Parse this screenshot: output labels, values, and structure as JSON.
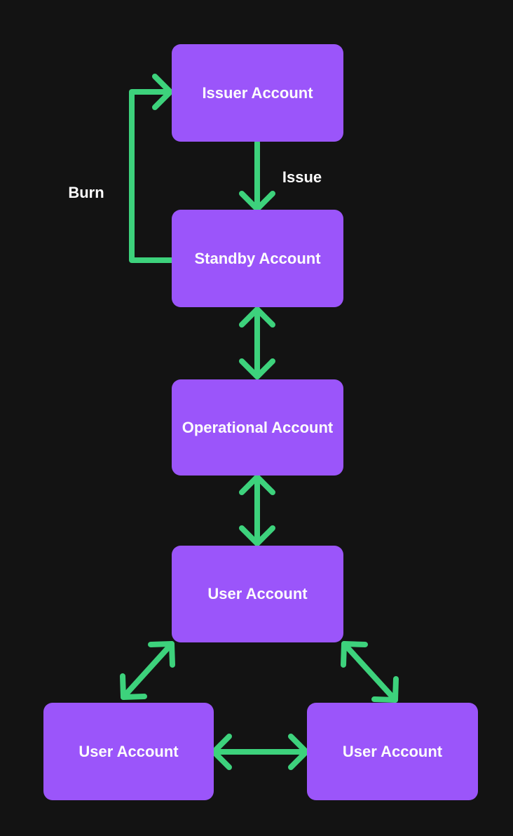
{
  "diagram": {
    "colors": {
      "background": "#131313",
      "node_fill": "#9b55fa",
      "node_text": "#fdfdfd",
      "arrow": "#3dd27c"
    },
    "nodes": [
      {
        "id": "issuer-account",
        "label": "Issuer Account"
      },
      {
        "id": "standby-account",
        "label": "Standby Account"
      },
      {
        "id": "operational-account",
        "label": "Operational Account"
      },
      {
        "id": "user-account-middle",
        "label": "User Account"
      },
      {
        "id": "user-account-left",
        "label": "User Account"
      },
      {
        "id": "user-account-right",
        "label": "User Account"
      }
    ],
    "edge_labels": {
      "issue": "Issue",
      "burn": "Burn"
    }
  }
}
